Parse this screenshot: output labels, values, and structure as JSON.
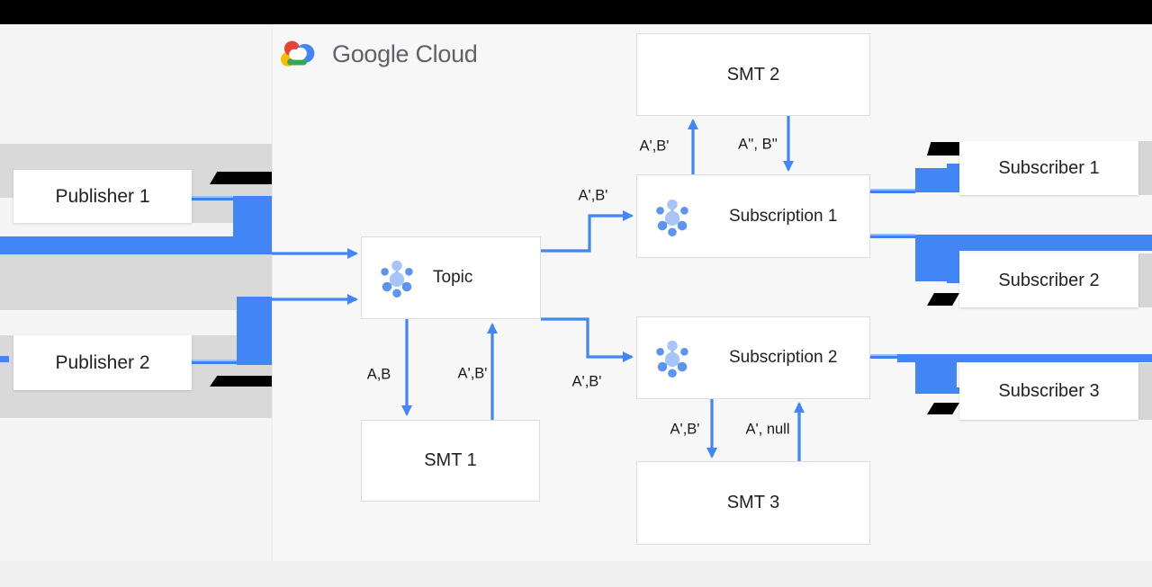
{
  "header": {
    "product_logo": "Google Cloud"
  },
  "nodes": {
    "publisher1": {
      "label": "Publisher 1"
    },
    "publisher2": {
      "label": "Publisher 2"
    },
    "topic": {
      "label": "Topic"
    },
    "smt1": {
      "label": "SMT 1"
    },
    "smt2": {
      "label": "SMT 2"
    },
    "smt3": {
      "label": "SMT 3"
    },
    "subscription1": {
      "label": "Subscription 1"
    },
    "subscription2": {
      "label": "Subscription 2"
    },
    "subscriber1": {
      "label": "Subscriber 1"
    },
    "subscriber2": {
      "label": "Subscriber 2"
    },
    "subscriber3": {
      "label": "Subscriber 3"
    }
  },
  "edges": {
    "topic_to_subscription1": "A',B'",
    "topic_to_subscription2": "A',B'",
    "topic_to_smt1": "A,B",
    "smt1_to_topic": "A',B'",
    "subscription1_to_smt2": "A',B'",
    "smt2_to_subscription1": "A'', B''",
    "subscription2_to_smt3": "A',B'",
    "smt3_to_subscription2": "A', null"
  },
  "icons": {
    "topic": "pubsub-topic-icon",
    "subscription1": "pubsub-subscription-icon",
    "subscription2": "pubsub-subscription-icon",
    "logo": "google-cloud-logo-icon"
  },
  "colors": {
    "arrow_blue": "#4285f4",
    "band_gray": "#d9d9d9",
    "bar_black": "#000000",
    "logo_text_gray": "#5f6368",
    "icon_light_blue": "#a7c5fb",
    "icon_medium_blue": "#5e94f1"
  }
}
